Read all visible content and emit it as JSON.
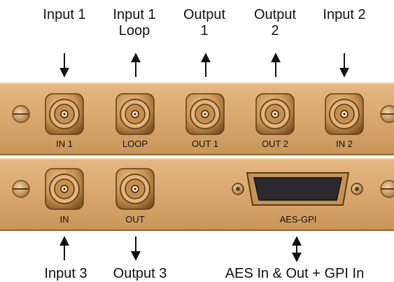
{
  "colors": {
    "panel": "#d9a76e",
    "panel_shadow": "#a9783f",
    "panel_highlight": "#f0c894",
    "text": "#111111"
  },
  "top_labels": [
    {
      "lines": [
        "Input 1"
      ],
      "direction": "down"
    },
    {
      "lines": [
        "Input 1",
        "Loop"
      ],
      "direction": "up"
    },
    {
      "lines": [
        "Output",
        "1"
      ],
      "direction": "up"
    },
    {
      "lines": [
        "Output",
        "2"
      ],
      "direction": "up"
    },
    {
      "lines": [
        "Input 2"
      ],
      "direction": "down"
    }
  ],
  "upper_panel": {
    "connectors": [
      {
        "label": "IN 1",
        "icon": "bnc-connector-icon"
      },
      {
        "label": "LOOP",
        "icon": "bnc-connector-icon"
      },
      {
        "label": "OUT 1",
        "icon": "bnc-connector-icon"
      },
      {
        "label": "OUT 2",
        "icon": "bnc-connector-icon"
      },
      {
        "label": "IN 2",
        "icon": "bnc-connector-icon"
      }
    ]
  },
  "lower_panel": {
    "connectors": [
      {
        "label": "IN",
        "icon": "bnc-connector-icon"
      },
      {
        "label": "OUT",
        "icon": "bnc-connector-icon"
      }
    ],
    "dsub": {
      "label": "AES-GPI",
      "icon": "d-sub-connector-icon"
    }
  },
  "bottom_labels": [
    {
      "text": "Input 3",
      "direction": "up"
    },
    {
      "text": "Output 3",
      "direction": "down"
    },
    {
      "text": "AES In & Out + GPI In",
      "direction": "both"
    }
  ]
}
